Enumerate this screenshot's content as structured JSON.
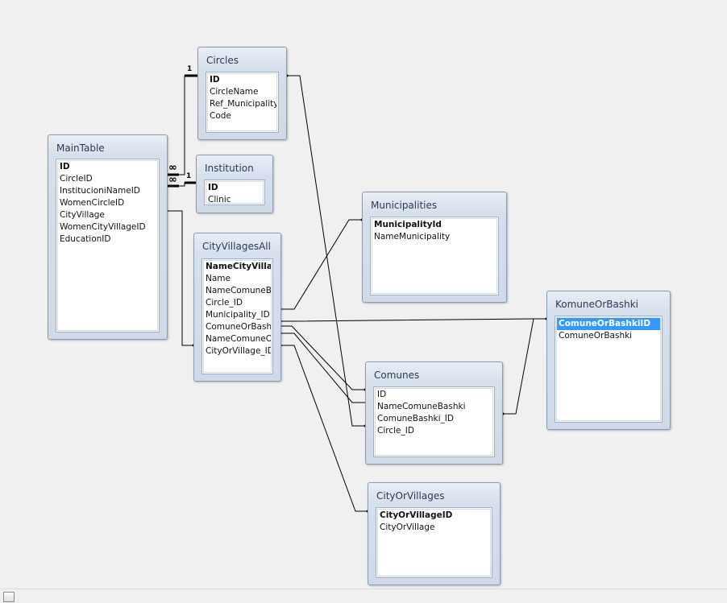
{
  "tables": {
    "main_table": {
      "title": "MainTable",
      "fields": [
        "ID",
        "CircleID",
        "InstitucioniNameID",
        "WomenCircleID",
        "CityVillage",
        "WomenCityVillageID",
        "EducationID"
      ]
    },
    "circles": {
      "title": "Circles",
      "fields": [
        "ID",
        "CircleName",
        "Ref_Municipality",
        "Code"
      ]
    },
    "institution": {
      "title": "Institution",
      "fields": [
        "ID",
        "Clinic"
      ]
    },
    "city_villages_all": {
      "title": "CityVillagesAll",
      "fields": [
        "NameCityVillageID",
        "Name",
        "NameComuneBash",
        "Circle_ID",
        "Municipality_ID",
        "ComuneOrBashki_",
        "NameComuneOrBa",
        "CityOrVillage_ID"
      ]
    },
    "municipalities": {
      "title": "Municipalities",
      "fields": [
        "MunicipalityId",
        "NameMunicipality"
      ]
    },
    "komune_or_bashki": {
      "title": "KomuneOrBashki",
      "fields": [
        "ComuneOrBashkiID",
        "ComuneOrBashki"
      ]
    },
    "comunes": {
      "title": "Comunes",
      "fields": [
        "ID",
        "NameComuneBashki",
        "ComuneBashki_ID",
        "Circle_ID"
      ]
    },
    "city_or_villages": {
      "title": "CityOrVillages",
      "fields": [
        "CityOrVillageID",
        "CityOrVillage"
      ]
    }
  },
  "relations": {
    "one_label": "1",
    "many_label": "∞"
  }
}
